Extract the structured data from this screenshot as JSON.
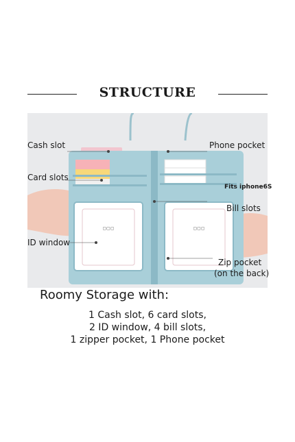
{
  "title": "STRUCTURE",
  "labels": {
    "cash_slot": "Cash slot",
    "card_slots": "Card slots",
    "id_window": "ID window",
    "phone_pocket": "Phone pocket",
    "fits": "Fits iphone6S",
    "bill_slots": "Bill slots",
    "zip_pocket_1": "Zip pocket",
    "zip_pocket_2": "(on the back)"
  },
  "summary": {
    "heading": "Roomy Storage with:",
    "lines": [
      "1 Cash slot, 6 card slots,",
      "2 ID window, 4 bill slots,",
      "1 zipper pocket, 1 Phone pocket"
    ]
  },
  "colors": {
    "wallet": "#a9cfd9",
    "wallet_dark": "#8cb9c6",
    "background": "#e9eaec",
    "pink": "#f2c6cf",
    "skin": "#f1c8b8"
  }
}
